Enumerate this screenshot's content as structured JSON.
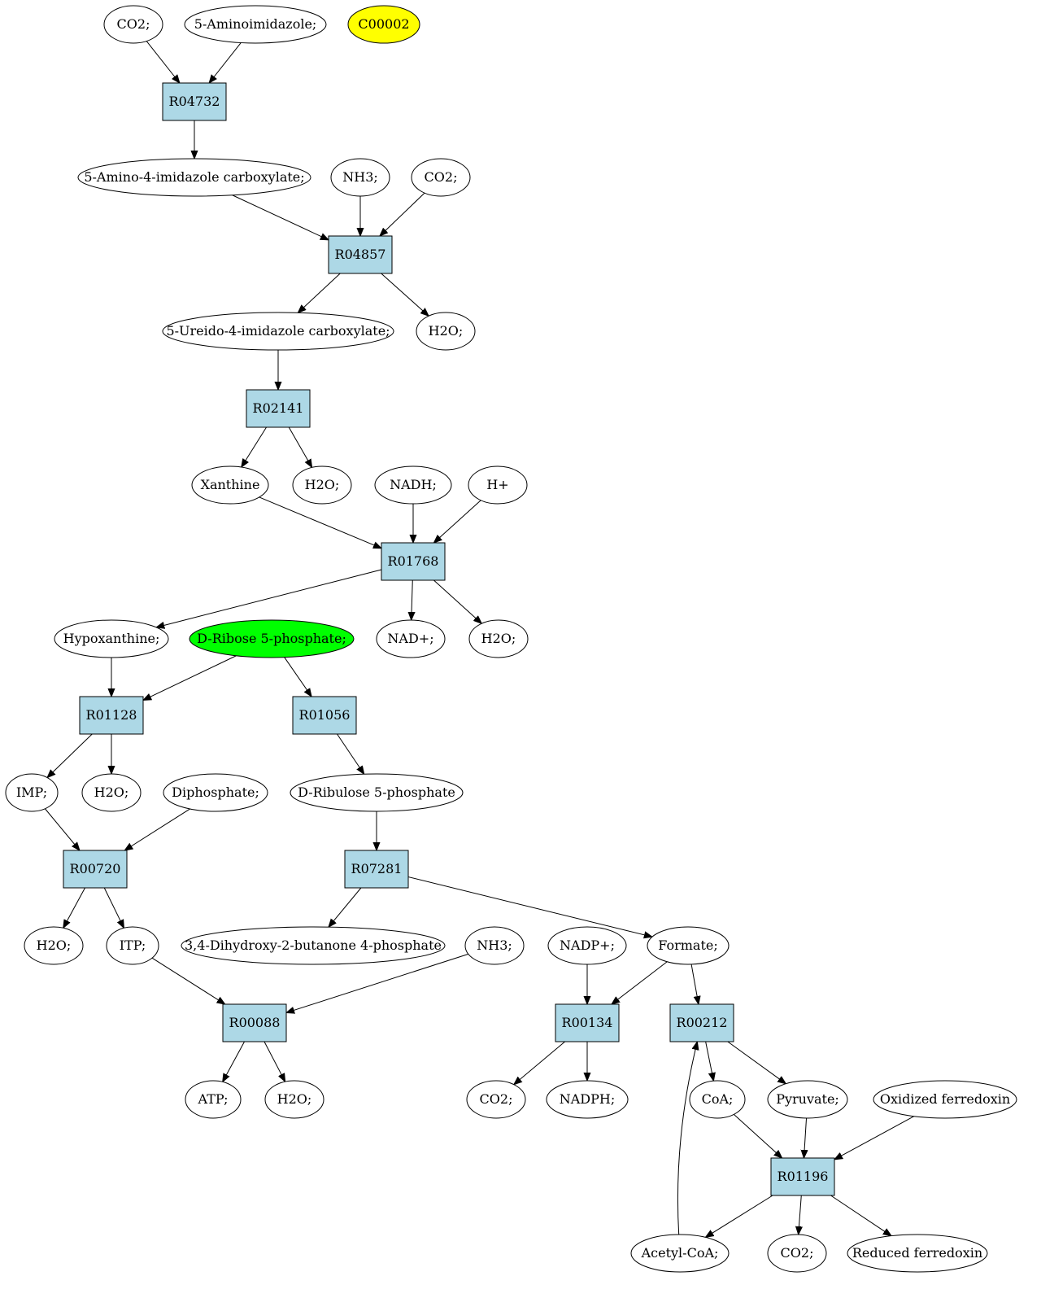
{
  "colors": {
    "compound_fill": "#ffffff",
    "reaction_fill": "#add8e6",
    "highlight_yellow": "#ffff00",
    "highlight_green": "#00ff00"
  },
  "nodes": [
    {
      "id": "n1",
      "label": "CO2;",
      "kind": "compound"
    },
    {
      "id": "n2",
      "label": "5-Aminoimidazole;",
      "kind": "compound"
    },
    {
      "id": "n3",
      "label": "C00002",
      "kind": "compound",
      "highlight": "yellow"
    },
    {
      "id": "r1",
      "label": "R04732",
      "kind": "reaction"
    },
    {
      "id": "n4",
      "label": "5-Amino-4-imidazole carboxylate;",
      "kind": "compound"
    },
    {
      "id": "n5",
      "label": "NH3;",
      "kind": "compound"
    },
    {
      "id": "n6",
      "label": "CO2;",
      "kind": "compound"
    },
    {
      "id": "r2",
      "label": "R04857",
      "kind": "reaction"
    },
    {
      "id": "n7",
      "label": "5-Ureido-4-imidazole carboxylate;",
      "kind": "compound"
    },
    {
      "id": "n8",
      "label": "H2O;",
      "kind": "compound"
    },
    {
      "id": "r3",
      "label": "R02141",
      "kind": "reaction"
    },
    {
      "id": "n9",
      "label": "Xanthine",
      "kind": "compound"
    },
    {
      "id": "n10",
      "label": "H2O;",
      "kind": "compound"
    },
    {
      "id": "n11",
      "label": "NADH;",
      "kind": "compound"
    },
    {
      "id": "n12",
      "label": "H+",
      "kind": "compound"
    },
    {
      "id": "r4",
      "label": "R01768",
      "kind": "reaction"
    },
    {
      "id": "n13",
      "label": "Hypoxanthine;",
      "kind": "compound"
    },
    {
      "id": "n14",
      "label": "D-Ribose 5-phosphate;",
      "kind": "compound",
      "highlight": "green"
    },
    {
      "id": "n15",
      "label": "NAD+;",
      "kind": "compound"
    },
    {
      "id": "n16",
      "label": "H2O;",
      "kind": "compound"
    },
    {
      "id": "r5",
      "label": "R01128",
      "kind": "reaction"
    },
    {
      "id": "r6",
      "label": "R01056",
      "kind": "reaction"
    },
    {
      "id": "n17",
      "label": "IMP;",
      "kind": "compound"
    },
    {
      "id": "n18",
      "label": "H2O;",
      "kind": "compound"
    },
    {
      "id": "n19",
      "label": "Diphosphate;",
      "kind": "compound"
    },
    {
      "id": "n20",
      "label": "D-Ribulose 5-phosphate",
      "kind": "compound"
    },
    {
      "id": "r7",
      "label": "R00720",
      "kind": "reaction"
    },
    {
      "id": "r8",
      "label": "R07281",
      "kind": "reaction"
    },
    {
      "id": "n21",
      "label": "H2O;",
      "kind": "compound"
    },
    {
      "id": "n22",
      "label": "ITP;",
      "kind": "compound"
    },
    {
      "id": "n23",
      "label": "3,4-Dihydroxy-2-butanone 4-phosphate",
      "kind": "compound"
    },
    {
      "id": "n24",
      "label": "NH3;",
      "kind": "compound"
    },
    {
      "id": "n25",
      "label": "NADP+;",
      "kind": "compound"
    },
    {
      "id": "n26",
      "label": "Formate;",
      "kind": "compound"
    },
    {
      "id": "r9",
      "label": "R00088",
      "kind": "reaction"
    },
    {
      "id": "r10",
      "label": "R00134",
      "kind": "reaction"
    },
    {
      "id": "r11",
      "label": "R00212",
      "kind": "reaction"
    },
    {
      "id": "n27",
      "label": "ATP;",
      "kind": "compound"
    },
    {
      "id": "n28",
      "label": "H2O;",
      "kind": "compound"
    },
    {
      "id": "n29",
      "label": "CO2;",
      "kind": "compound"
    },
    {
      "id": "n30",
      "label": "NADPH;",
      "kind": "compound"
    },
    {
      "id": "n31",
      "label": "CoA;",
      "kind": "compound"
    },
    {
      "id": "n32",
      "label": "Pyruvate;",
      "kind": "compound"
    },
    {
      "id": "n33",
      "label": "Oxidized ferredoxin",
      "kind": "compound"
    },
    {
      "id": "r12",
      "label": "R01196",
      "kind": "reaction"
    },
    {
      "id": "n34",
      "label": "Acetyl-CoA;",
      "kind": "compound"
    },
    {
      "id": "n35",
      "label": "CO2;",
      "kind": "compound"
    },
    {
      "id": "n36",
      "label": "Reduced ferredoxin",
      "kind": "compound"
    }
  ],
  "edges": [
    [
      "n1",
      "r1"
    ],
    [
      "n2",
      "r1"
    ],
    [
      "r1",
      "n4"
    ],
    [
      "n4",
      "r2"
    ],
    [
      "n5",
      "r2"
    ],
    [
      "n6",
      "r2"
    ],
    [
      "r2",
      "n7"
    ],
    [
      "r2",
      "n8"
    ],
    [
      "n7",
      "r3"
    ],
    [
      "r3",
      "n9"
    ],
    [
      "r3",
      "n10"
    ],
    [
      "n9",
      "r4"
    ],
    [
      "n11",
      "r4"
    ],
    [
      "n12",
      "r4"
    ],
    [
      "r4",
      "n13"
    ],
    [
      "r4",
      "n15"
    ],
    [
      "r4",
      "n16"
    ],
    [
      "n13",
      "r5"
    ],
    [
      "n14",
      "r5"
    ],
    [
      "n14",
      "r6"
    ],
    [
      "r5",
      "n17"
    ],
    [
      "r5",
      "n18"
    ],
    [
      "r6",
      "n20"
    ],
    [
      "n17",
      "r7"
    ],
    [
      "n19",
      "r7"
    ],
    [
      "n20",
      "r8"
    ],
    [
      "r7",
      "n21"
    ],
    [
      "r7",
      "n22"
    ],
    [
      "r8",
      "n23"
    ],
    [
      "r8",
      "n26"
    ],
    [
      "n22",
      "r9"
    ],
    [
      "n24",
      "r9"
    ],
    [
      "n25",
      "r10"
    ],
    [
      "n26",
      "r10"
    ],
    [
      "n26",
      "r11"
    ],
    [
      "r9",
      "n27"
    ],
    [
      "r9",
      "n28"
    ],
    [
      "r10",
      "n29"
    ],
    [
      "r10",
      "n30"
    ],
    [
      "r11",
      "n31"
    ],
    [
      "r11",
      "n32"
    ],
    [
      "n31",
      "r12"
    ],
    [
      "n32",
      "r12"
    ],
    [
      "n33",
      "r12"
    ],
    [
      "r12",
      "n34"
    ],
    [
      "r12",
      "n35"
    ],
    [
      "r12",
      "n36"
    ],
    [
      "n34",
      "r11"
    ]
  ]
}
